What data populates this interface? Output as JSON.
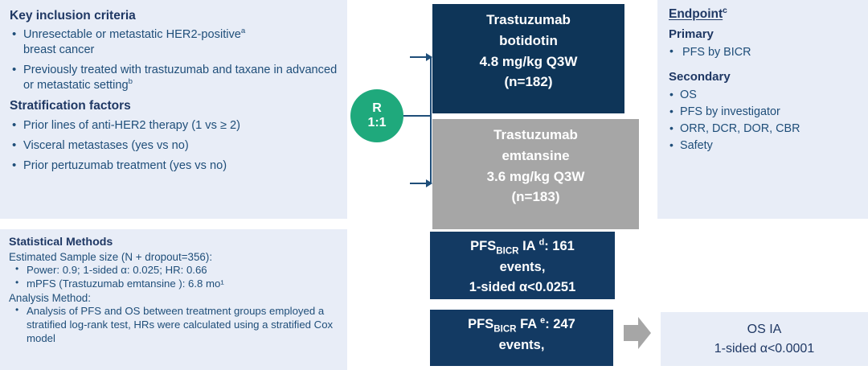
{
  "criteria": {
    "inclusion_heading": "Key inclusion criteria",
    "inclusion_items": [
      "Unresectable or metastatic HER2-positive",
      "Previously treated with trastuzumab and taxane in advanced or metastatic setting"
    ],
    "inclusion_item_1_line2": "breast cancer",
    "inclusion_item_1_sup": "a",
    "inclusion_item_2_sup": "b",
    "stratification_heading": "Stratification factors",
    "stratification_items": [
      "Prior lines of anti-HER2 therapy (1 vs ≥ 2)",
      "Visceral metastases (yes vs no)",
      "Prior pertuzumab treatment (yes vs no)"
    ]
  },
  "statistics": {
    "heading": "Statistical Methods",
    "sample_size_line": "Estimated Sample size (N + dropout=356):",
    "sample_size_bullets": [
      "Power: 0.9; 1-sided α: 0.025; HR: 0.66",
      "mPFS (Trastuzumab emtansine   ): 6.8 mo¹"
    ],
    "analysis_line": "Analysis Method:",
    "analysis_bullets": [
      "Analysis of PFS and OS between treatment groups employed a stratified log-rank test, HRs were calculated using a stratified Cox model"
    ]
  },
  "randomization": {
    "label": "R",
    "ratio": "1:1",
    "color": "#1FA97C"
  },
  "arms": {
    "experimental": {
      "drug_line1": "Trastuzumab",
      "drug_line2": "botidotin",
      "dose": "4.8 mg/kg  Q3W",
      "n": "(n=182)",
      "color": "#0E3558"
    },
    "control": {
      "drug_line1": "Trastuzumab",
      "drug_line2": "emtansine",
      "dose": "3.6 mg/kg  Q3W",
      "n": "(n=183)",
      "color": "#A6A6A6"
    }
  },
  "analyses": {
    "pfs_ia": {
      "label_main": "PFS",
      "label_sub": "BICR",
      "label_rest": " IA ",
      "sup": "d",
      "events": ": 161",
      "line2": "events,",
      "line3": "1-sided α<0.0251",
      "color": "#133A63"
    },
    "pfs_fa": {
      "label_main": "PFS",
      "label_sub": "BICR",
      "label_rest": " FA ",
      "sup": "e",
      "events": ": 247",
      "line2": "events,",
      "color": "#133A63"
    },
    "arrow_color": "#A6A6A6"
  },
  "endpoints": {
    "title": "Endpoint",
    "title_sup": "c",
    "primary_heading": "Primary",
    "primary_items": [
      "PFS by BICR"
    ],
    "secondary_heading": "Secondary",
    "secondary_items": [
      "OS",
      "PFS by investigator",
      "ORR, DCR, DOR, CBR",
      "Safety"
    ]
  },
  "os_interim": {
    "title": "OS IA",
    "alpha": "1-sided α<0.0001"
  },
  "theme": {
    "panel_bg": "#E8EDF7",
    "text_navy": "#1F4E79",
    "heading_navy": "#1F3864"
  }
}
